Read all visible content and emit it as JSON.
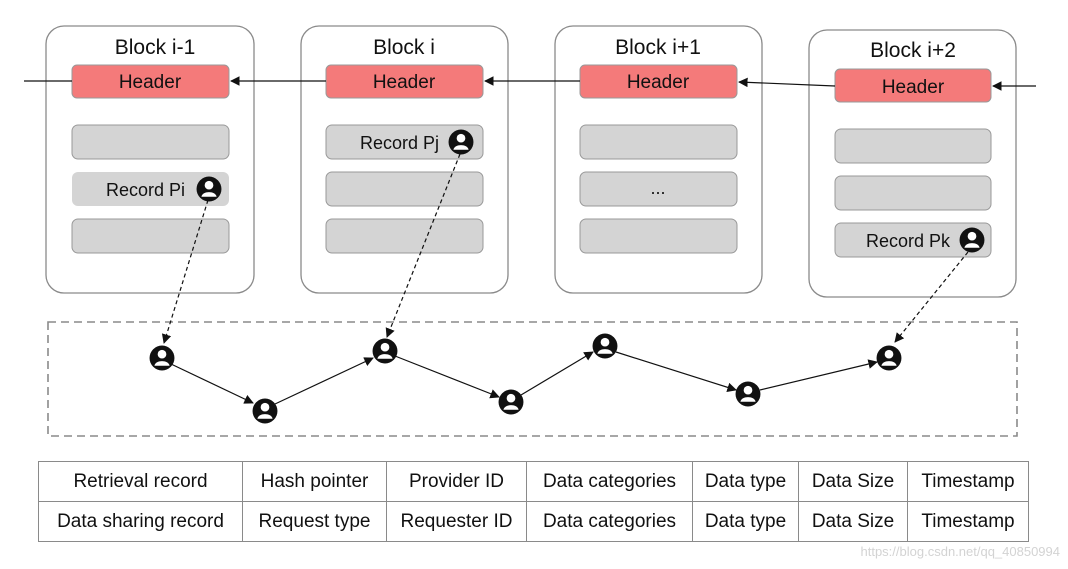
{
  "blocks": [
    {
      "title": "Block i-1",
      "header": "Header",
      "record": "Record Pi",
      "ellipsis": ""
    },
    {
      "title": "Block i",
      "header": "Header",
      "record": "Record Pj",
      "ellipsis": ""
    },
    {
      "title": "Block i+1",
      "header": "Header",
      "record": "",
      "ellipsis": "..."
    },
    {
      "title": "Block i+2",
      "header": "Header",
      "record": "Record Pk",
      "ellipsis": ""
    }
  ],
  "table": {
    "rows": [
      [
        "Retrieval record",
        "Hash pointer",
        "Provider ID",
        "Data categories",
        "Data type",
        "Data Size",
        "Timestamp"
      ],
      [
        "Data sharing record",
        "Request type",
        "Requester ID",
        "Data categories",
        "Data type",
        "Data Size",
        "Timestamp"
      ]
    ]
  },
  "watermark": "https://blog.csdn.net/qq_40850994",
  "colors": {
    "header_fill": "#f47a7a",
    "record_fill": "#d4d4d4",
    "block_border": "#8a8a8a",
    "node": "#111111"
  },
  "icons": {
    "user": "user-circle-icon"
  }
}
